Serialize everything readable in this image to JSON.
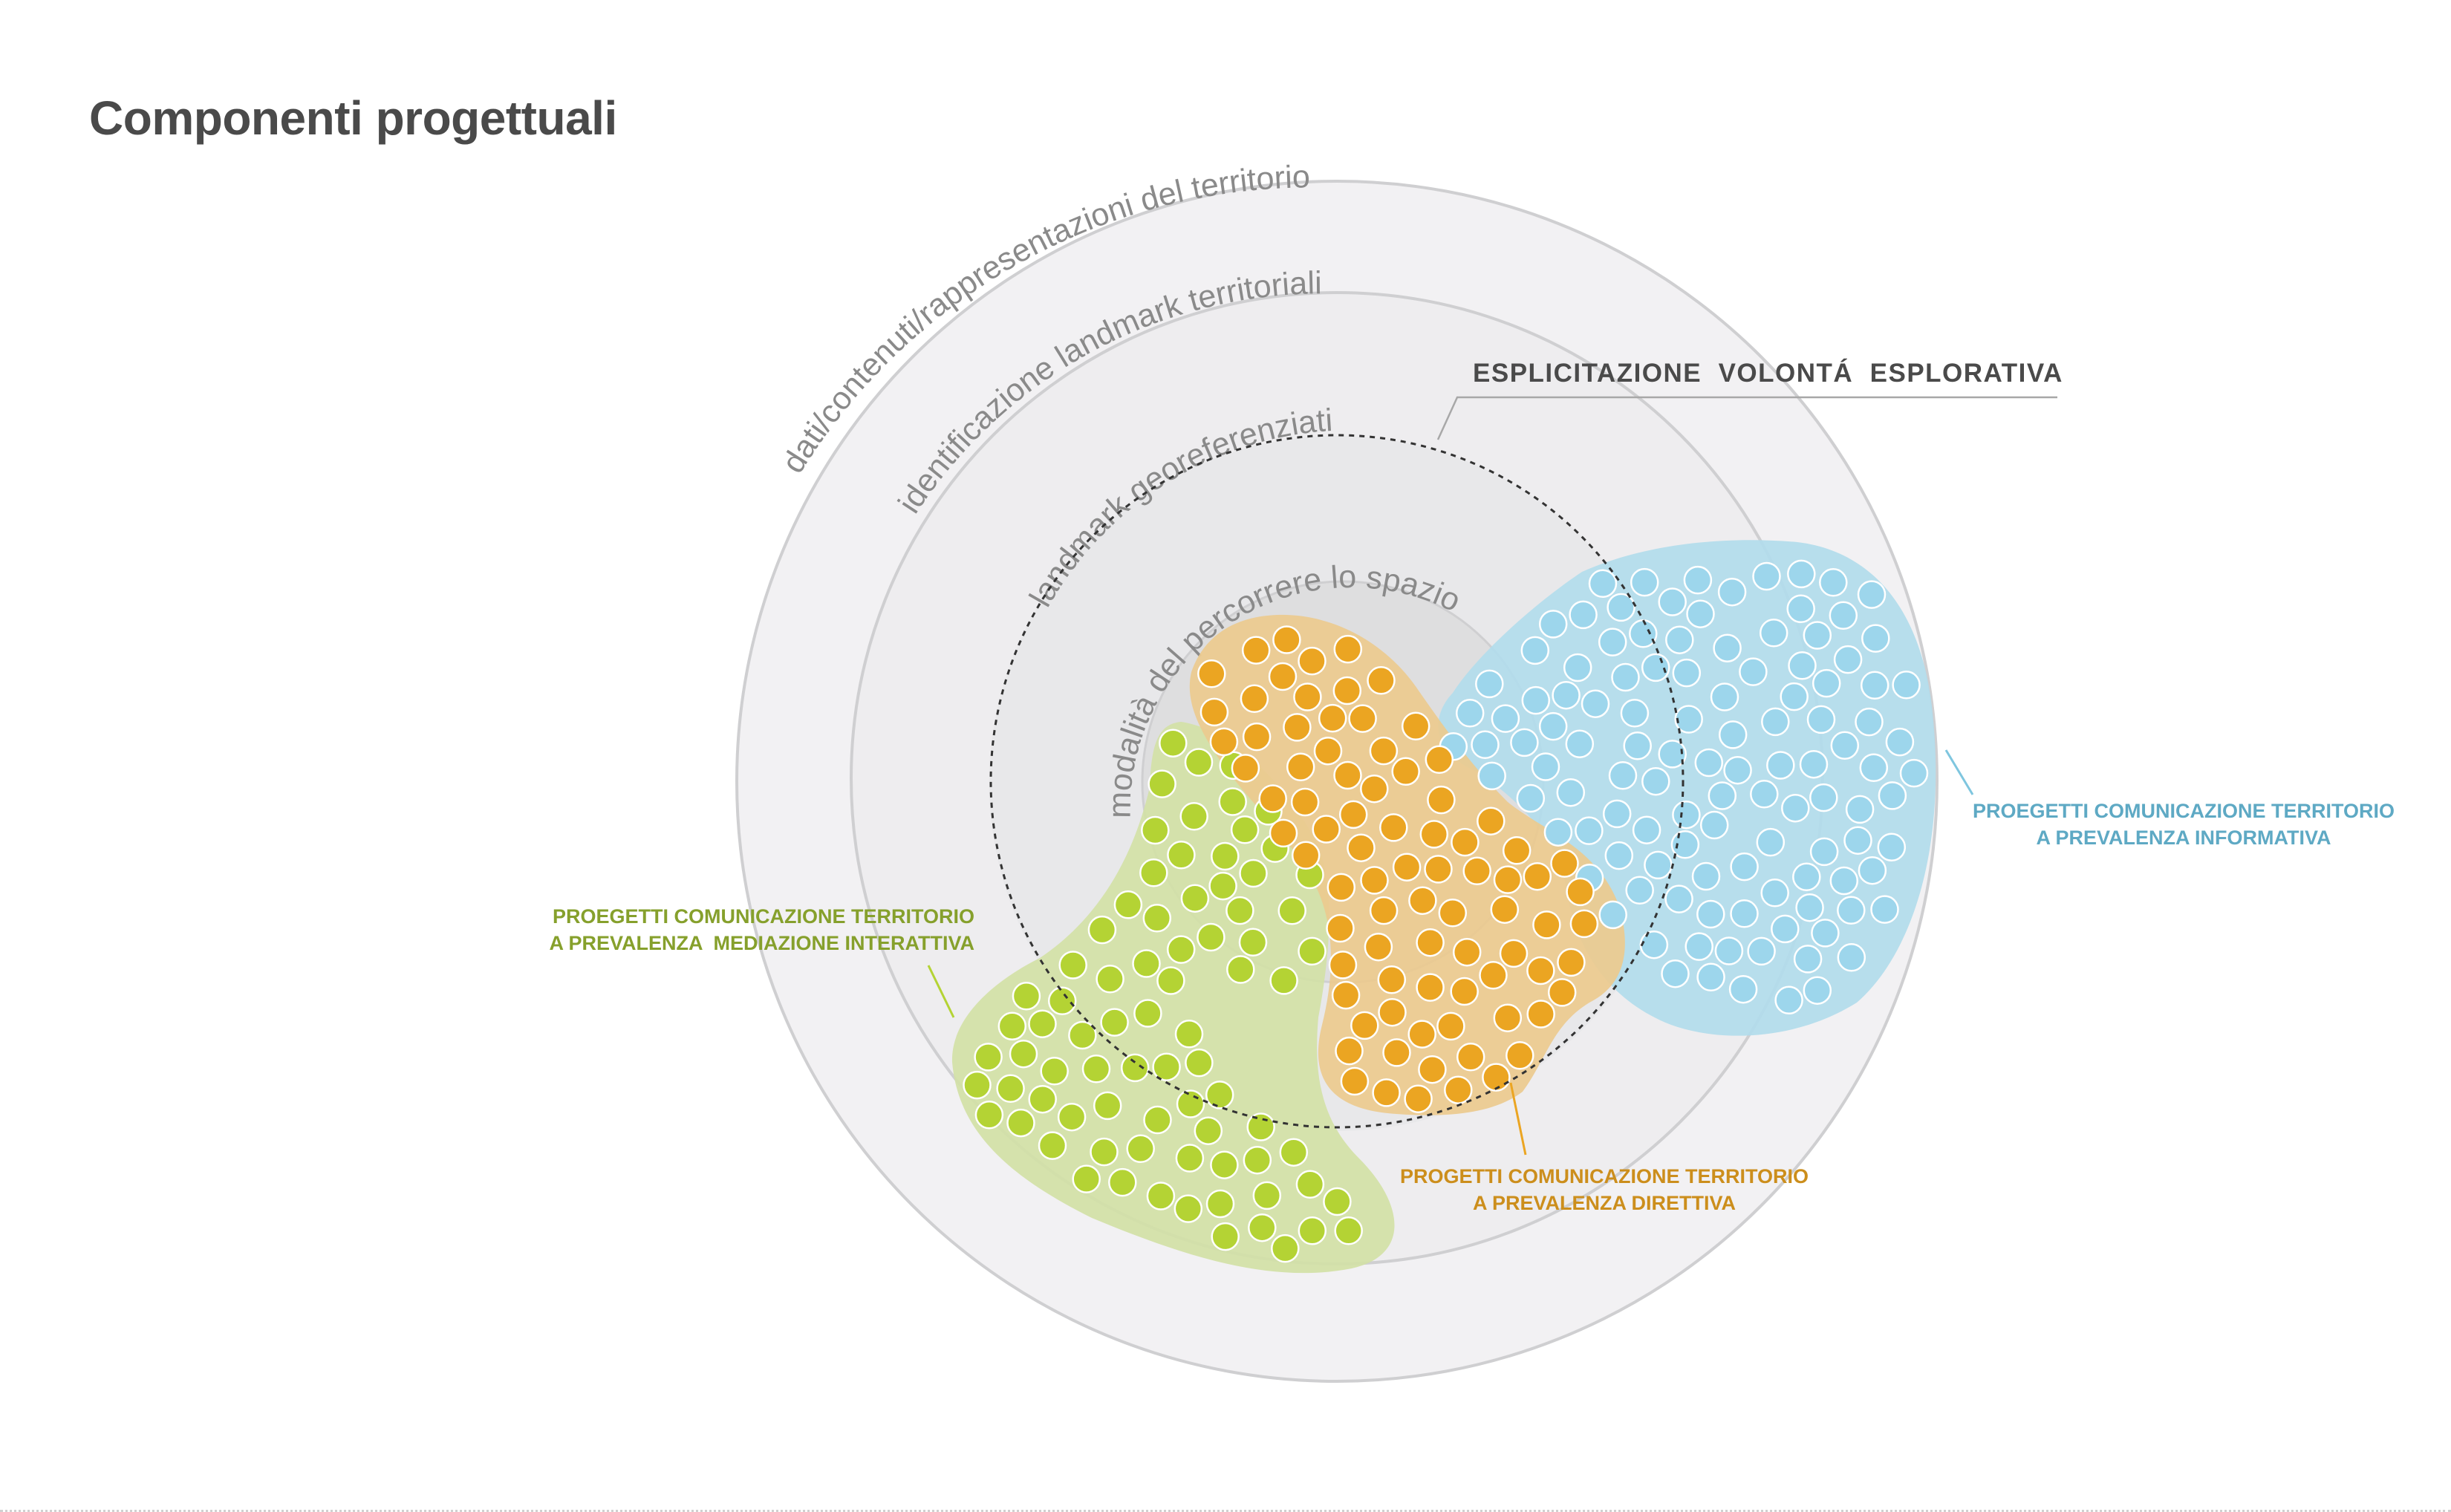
{
  "title": "Componenti progettuali",
  "rings": {
    "outer": "dati/contenuti/rappresentazioni del territorio",
    "second": "identificazione landmark territoriali",
    "third": "landmark georeferenziati",
    "inner": "modalità del percorrere lo spazio"
  },
  "explorative_label": "ESPLICITAZIONE  VOLONTÁ  ESPLORATIVA",
  "groups": {
    "green": {
      "line1": "PROEGETTI COMUNICAZIONE TERRITORIO",
      "line2": "A PREVALENZA  MEDIAZIONE INTERATTIVA"
    },
    "orange": {
      "line1": "PROGETTI COMUNICAZIONE TERRITORIO",
      "line2": "A PREVALENZA DIRETTIVA"
    },
    "blue": {
      "line1": "PROEGETTI COMUNICAZIONE TERRITORIO",
      "line2": "A PREVALENZA INFORMATIVA"
    }
  },
  "colors": {
    "title": "#4a4a4a",
    "ring_fill": "#efeef0",
    "ring_stroke": "#cfcfd1",
    "green_blob": "#d3e1a6",
    "green_dot": "#b4d334",
    "green_text": "#86a02c",
    "orange_blob": "#ecca8e",
    "orange_dot": "#eba522",
    "orange_text": "#cc8e1c",
    "blue_blob": "#b2dceb",
    "blue_dot": "#9dd6ec",
    "blue_text": "#5ea9c4"
  }
}
